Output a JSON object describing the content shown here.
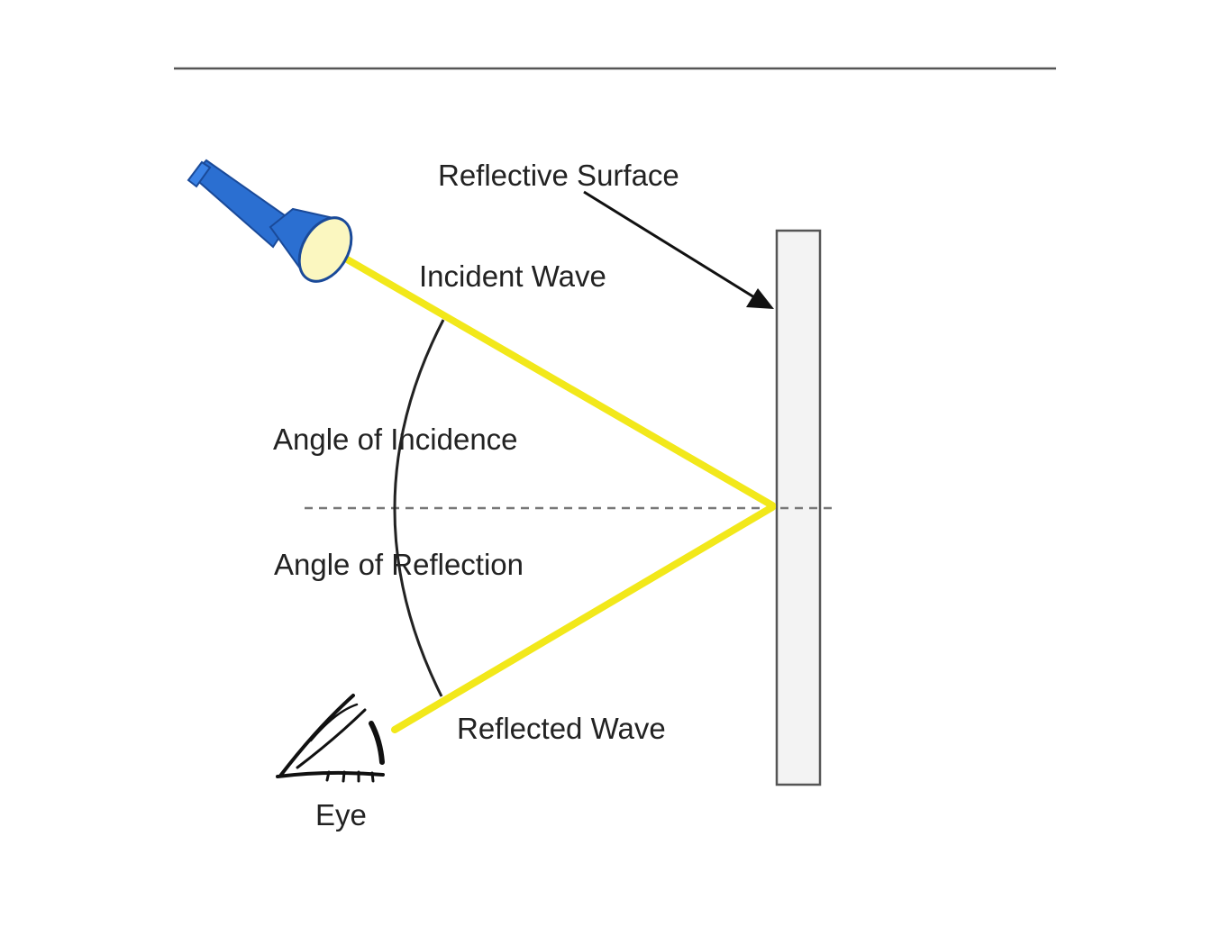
{
  "labels": {
    "reflective_surface": "Reflective Surface",
    "incident_wave": "Incident Wave",
    "angle_of_incidence": "Angle of Incidence",
    "angle_of_reflection": "Angle of Reflection",
    "reflected_wave": "Reflected Wave",
    "eye": "Eye"
  },
  "icons": {
    "light_source": "flashlight-icon",
    "observer": "eye-icon"
  },
  "colors": {
    "ray": "#f2e81a",
    "flashlight_body": "#2b6fd1",
    "flashlight_lens": "#fbf7c0",
    "surface_fill": "#f3f3f3",
    "surface_border": "#555555",
    "arc": "#222222",
    "normal_line": "#777777",
    "top_rule": "#555555"
  }
}
